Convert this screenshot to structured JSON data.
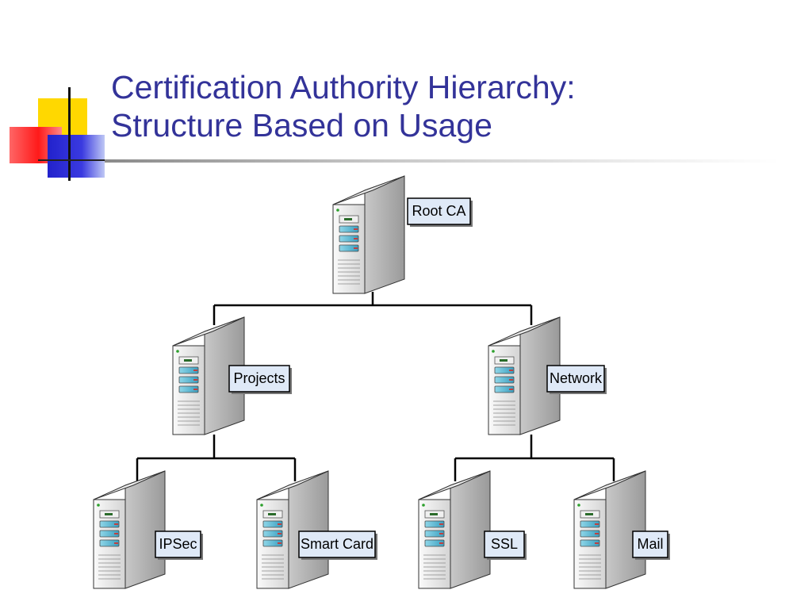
{
  "slide": {
    "title_line1": "Certification Authority Hierarchy:",
    "title_line2": "Structure Based on Usage"
  },
  "diagram": {
    "nodes": {
      "root": {
        "label": "Root CA"
      },
      "projects": {
        "label": "Projects"
      },
      "network": {
        "label": "Network"
      },
      "ipsec": {
        "label": "IPSec"
      },
      "smartcard": {
        "label": "Smart Card"
      },
      "ssl": {
        "label": "SSL"
      },
      "mail": {
        "label": "Mail"
      }
    },
    "server_icon": "server-tower-icon"
  }
}
